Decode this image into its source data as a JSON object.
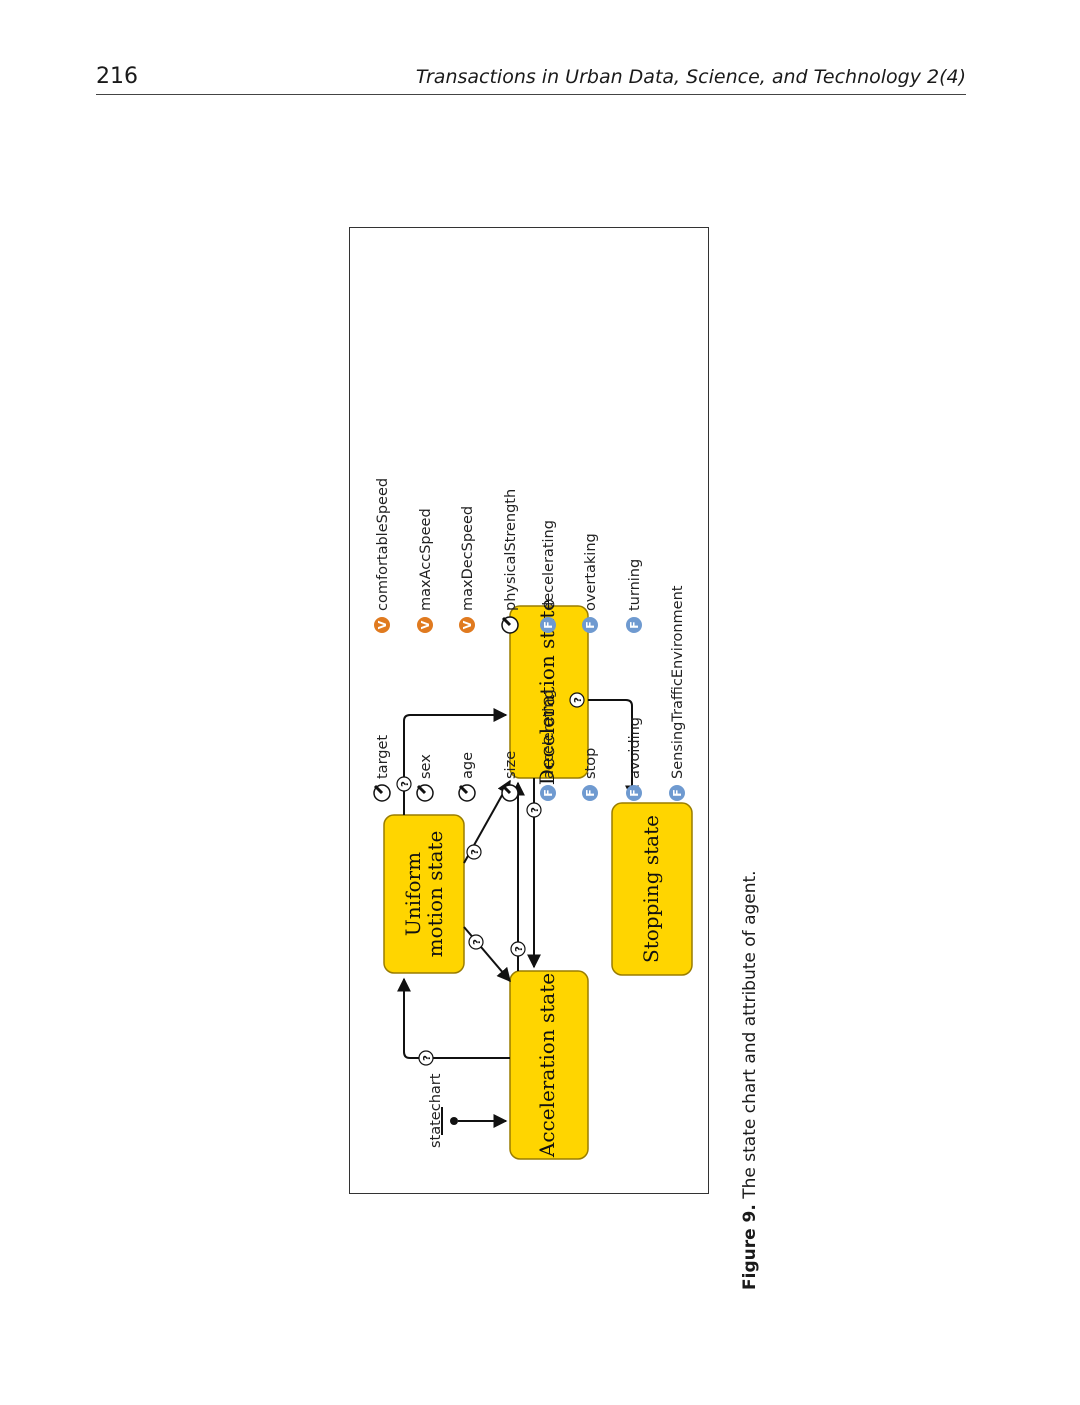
{
  "header": {
    "page_number": "216",
    "journal": "Transactions in Urban Data, Science, and Technology 2(4)"
  },
  "figure": {
    "caption_label": "Figure 9.",
    "caption_text": "The state chart and attribute of agent.",
    "statechart_label": "statechart",
    "states": {
      "acceleration": "Acceleration state",
      "uniform_line1": "Uniform",
      "uniform_line2": "motion state",
      "deceleration": "Deceleration state",
      "stopping": "Stopping state"
    },
    "transition_symbol": "?",
    "state_color": "#FFD500",
    "legend": {
      "column1": [
        {
          "label": "target",
          "icon": "parameter-icon"
        },
        {
          "label": "sex",
          "icon": "parameter-icon"
        },
        {
          "label": "age",
          "icon": "parameter-icon"
        },
        {
          "label": "size",
          "icon": "parameter-icon"
        },
        {
          "label": "accelerating",
          "icon": "function-icon",
          "letter": "F"
        },
        {
          "label": "stop",
          "icon": "function-icon",
          "letter": "F"
        },
        {
          "label": "avoiding",
          "icon": "function-icon",
          "letter": "F"
        },
        {
          "label": "SensingTrafficEnvironment",
          "icon": "function-icon",
          "letter": "F"
        }
      ],
      "column2": [
        {
          "label": "comfortableSpeed",
          "icon": "variable-icon",
          "letter": "V"
        },
        {
          "label": "maxAccSpeed",
          "icon": "variable-icon",
          "letter": "V"
        },
        {
          "label": "maxDecSpeed",
          "icon": "variable-icon",
          "letter": "V"
        },
        {
          "label": "physicalStrength",
          "icon": "parameter-icon"
        },
        {
          "label": "decelerating",
          "icon": "function-icon",
          "letter": "F"
        },
        {
          "label": "overtaking",
          "icon": "function-icon",
          "letter": "F"
        },
        {
          "label": "turning",
          "icon": "function-icon",
          "letter": "F"
        }
      ],
      "colors": {
        "variable": "#E07A1F",
        "function": "#6F9AD0",
        "parameter": "#111111"
      }
    }
  }
}
